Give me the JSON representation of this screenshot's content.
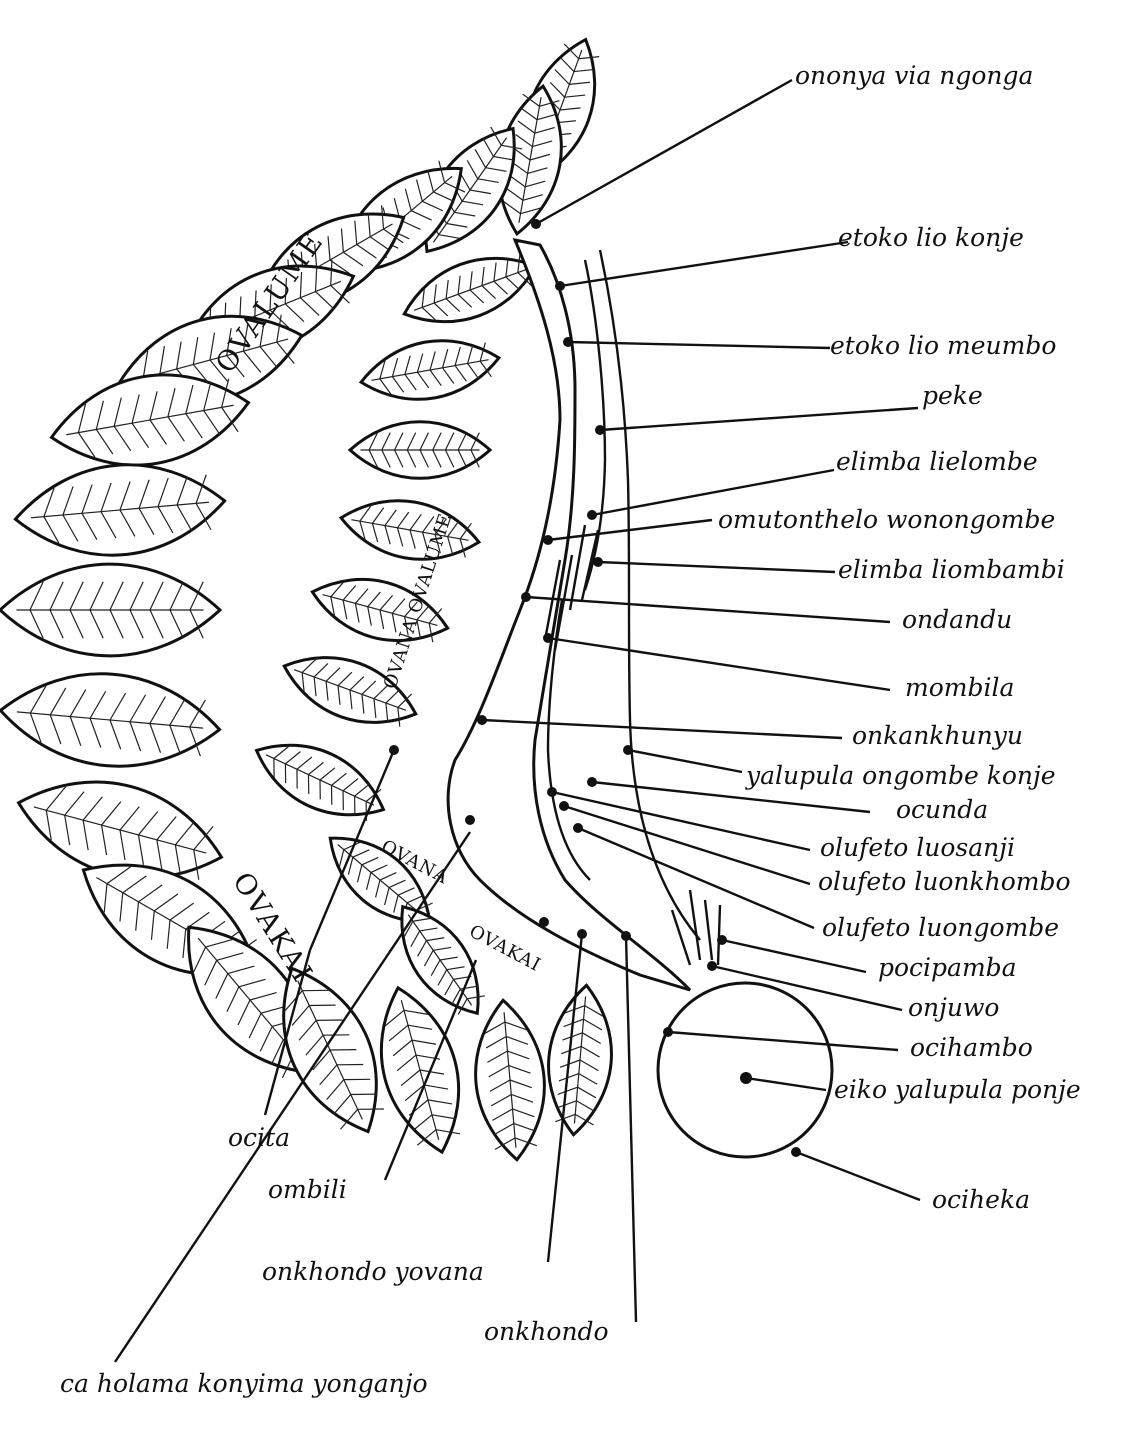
{
  "labels": {
    "ononya_via_ngonga": "ononya via ngonga",
    "etoko_lio_konje": "etoko lio konje",
    "etoko_lio_meumbo": "etoko lio meumbo",
    "peke": "peke",
    "elimba_lielombe": "elimba lielombe",
    "omutonthelo_wonongombe": "omutonthelo wonongombe",
    "elimba_liombambi": "elimba liombambi",
    "ondandu": "ondandu",
    "mombila": "mombila",
    "onkankhunyu": "onkankhunyu",
    "yalupula_ongombe_konje": "yalupula ongombe konje",
    "ocunda": "ocunda",
    "olufeto_luosanji": "olufeto luosanji",
    "olufeto_luonkhombo": "olufeto luonkhombo",
    "olufeto_luongombe": "olufeto luongombe",
    "pocipamba": "pocipamba",
    "onjuwo": "onjuwo",
    "ocihambo": "ocihambo",
    "eiko_yalupula_ponje": "eiko yalupula ponje",
    "ociheka": "ociheka",
    "ocita": "ocita",
    "ombili": "ombili",
    "onkhondo_yovana": "onkhondo yovana",
    "onkhondo": "onkhondo",
    "ca_holama_konyima_yonganjo": "ca holama konyima yonganjo"
  },
  "regions": {
    "ovalume": "OVALUME",
    "ovana_ovalume": "OVANA OVALUME",
    "ovaka": "OVAKAI",
    "ovana": "OVANA",
    "ovakai": "OVAKAI"
  }
}
